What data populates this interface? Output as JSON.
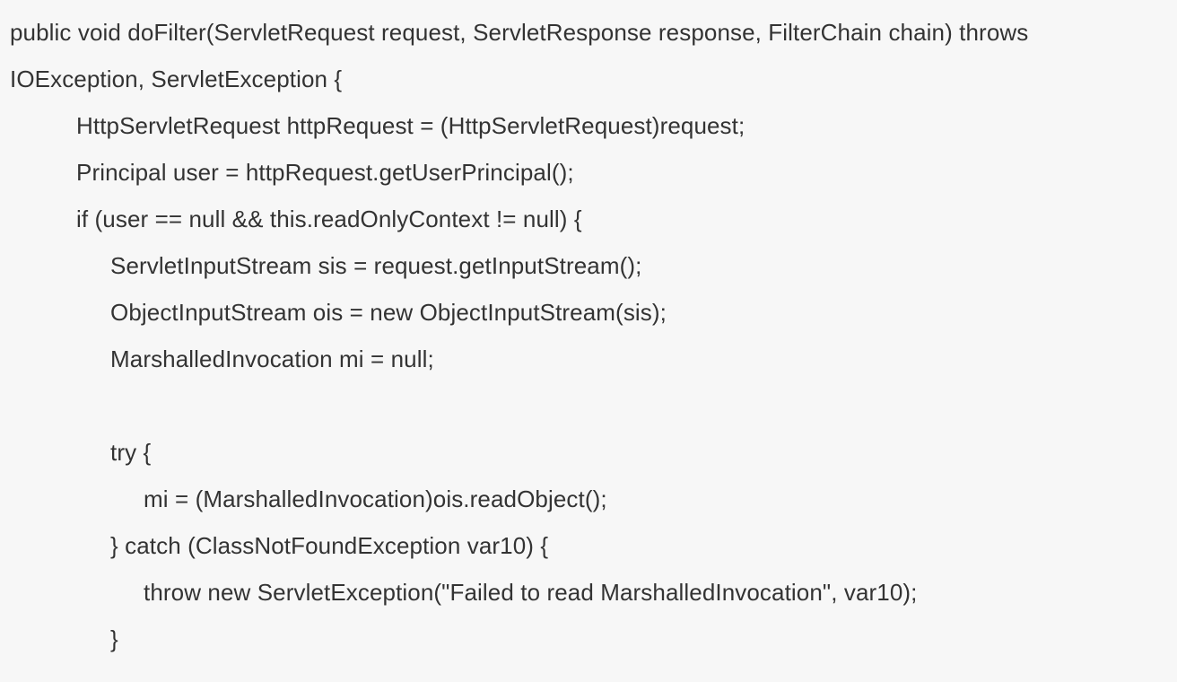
{
  "code": {
    "lines": [
      "public void doFilter(ServletRequest request, ServletResponse response, FilterChain chain) throws",
      "IOException, ServletException {",
      "HttpServletRequest httpRequest = (HttpServletRequest)request;",
      "Principal user = httpRequest.getUserPrincipal();",
      "if (user == null && this.readOnlyContext != null) {",
      "ServletInputStream sis = request.getInputStream();",
      "ObjectInputStream ois = new ObjectInputStream(sis);",
      "MarshalledInvocation mi = null;",
      "",
      "try {",
      "mi = (MarshalledInvocation)ois.readObject();",
      "} catch (ClassNotFoundException var10) {",
      "throw new ServletException(\"Failed to read MarshalledInvocation\", var10);",
      "}"
    ]
  }
}
